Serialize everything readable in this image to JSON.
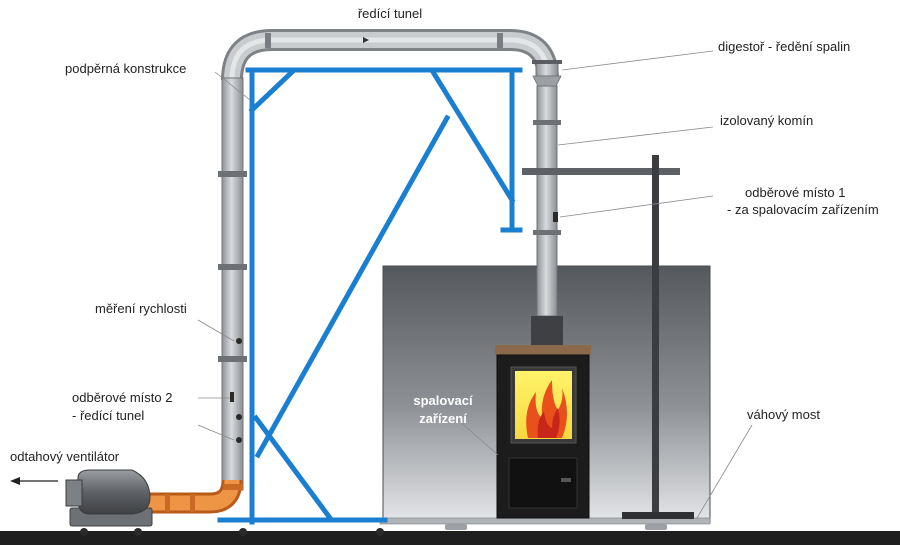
{
  "labels": {
    "dilution_tunnel": "ředící tunel",
    "support_structure": "podpěrná konstrukce",
    "hood": "digestoř - ředění spalin",
    "insulated_chimney": "izolovaný komín",
    "sampling_point_1_line1": "odběrové místo 1",
    "sampling_point_1_line2": "- za spalovacím zařízením",
    "velocity_measurement": "měření rychlosti",
    "sampling_point_2_line1": "odběrové místo 2",
    "sampling_point_2_line2": "- ředící tunel",
    "exhaust_fan": "odtahový ventilátor",
    "combustion_device_line1": "spalovací",
    "combustion_device_line2": "zařízení",
    "weighing_bridge": "váhový most"
  },
  "colors": {
    "frame_blue": "#1a7fd0",
    "pipe_gray": "#b9bcc0",
    "enclosure_dark": "#6a6d71",
    "stove_black": "#1d1d1d",
    "flame_orange": "#e8501c",
    "fan_pipe_orange": "#e88a3a",
    "floor": "#222222"
  },
  "icons": {
    "exhaust_arrow": "arrow-left-icon"
  }
}
